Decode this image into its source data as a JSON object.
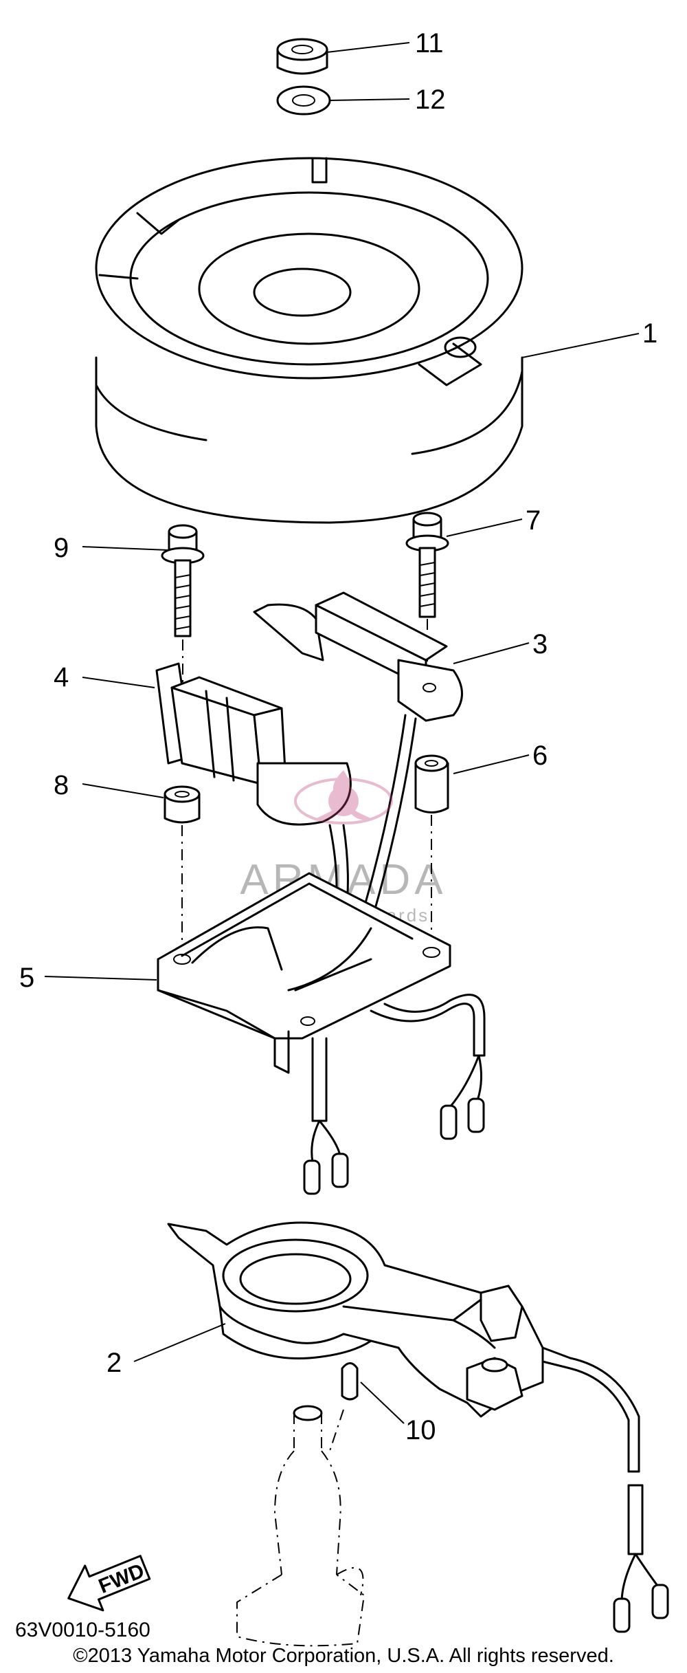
{
  "callouts": {
    "c1": "1",
    "c2": "2",
    "c3": "3",
    "c4": "4",
    "c5": "5",
    "c6": "6",
    "c7": "7",
    "c8": "8",
    "c9": "9",
    "c10": "10",
    "c11": "11",
    "c12": "12"
  },
  "watermark": {
    "brand": "ARMADA",
    "tagline": "marine outboards"
  },
  "fwd_label": "FWD",
  "reference_code": "63V0010-5160",
  "copyright": "©2013 Yamaha Motor Corporation, U.S.A. All rights reserved."
}
